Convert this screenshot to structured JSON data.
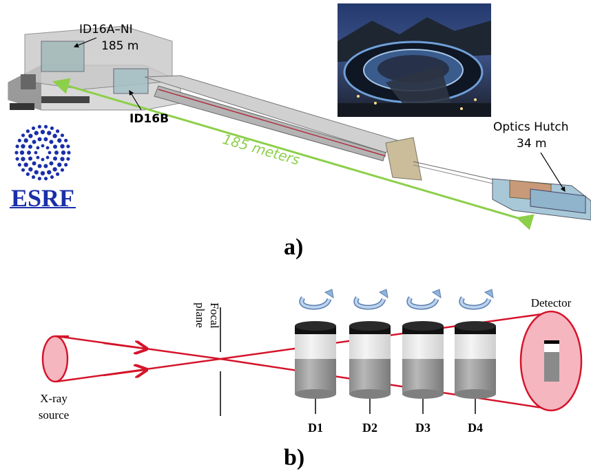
{
  "panel_a": {
    "label": "a)",
    "hutch_label": "ID16A–NI",
    "hutch_distance": "185 m",
    "branch_label": "ID16B",
    "beamline_length": "185 meters",
    "optics_label": "Optics Hutch",
    "optics_distance": "34 m",
    "logo_text": "ESRF",
    "colors": {
      "arrow": "#8ccf4a",
      "logo": "#1a2fa8"
    }
  },
  "panel_b": {
    "label": "b)",
    "source_label_line1": "X-ray",
    "source_label_line2": "source",
    "focal_line1": "Focal",
    "focal_line2": "plane",
    "detector_label": "Detector",
    "distances": [
      "D1",
      "D2",
      "D3",
      "D4"
    ],
    "colors": {
      "beam": "#d4142a",
      "source_fill": "#f5b6bf",
      "rotation_icon": "#8fb3dc"
    }
  }
}
